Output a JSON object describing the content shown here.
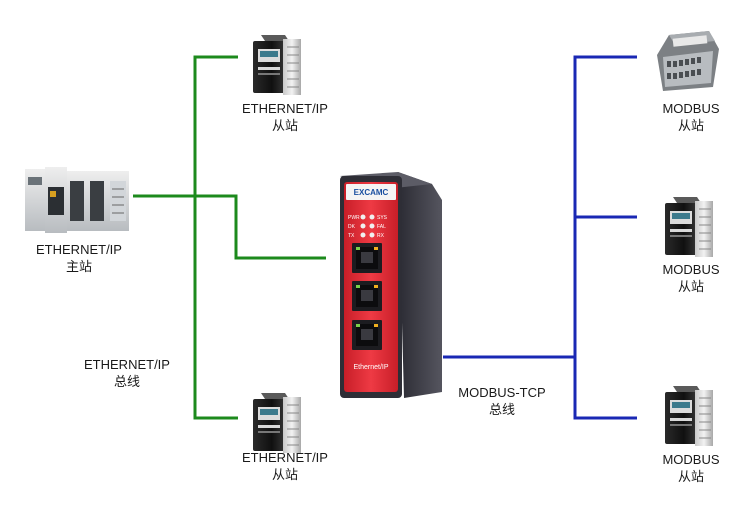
{
  "diagram": {
    "colors": {
      "ethernet_bus": "#1c8a1c",
      "modbus_bus": "#1a28b4",
      "gateway_red": "#e2303a"
    },
    "master": {
      "line1": "ETHERNET/IP",
      "line2": "主站",
      "icon": "plc-rack-icon"
    },
    "slave_top": {
      "line1": "ETHERNET/IP",
      "line2": "从站",
      "icon": "drive-module-icon"
    },
    "slave_bottom": {
      "line1": "ETHERNET/IP",
      "line2": "从站",
      "icon": "drive-module-icon"
    },
    "ethernet_bus_label": {
      "line1": "ETHERNET/IP",
      "line2": "总线"
    },
    "gateway": {
      "brand": "EXCAMC",
      "model": "Ethernet/IP",
      "leds_left": [
        "PWR",
        "DK",
        "TX"
      ],
      "leds_right": [
        "SYS",
        "FAL",
        "RX"
      ],
      "icon": "gateway-icon"
    },
    "modbus_bus_label": {
      "line1": "MODBUS-TCP",
      "line2": "总线"
    },
    "modbus_top": {
      "line1": "MODBUS",
      "line2": "从站",
      "icon": "io-module-icon"
    },
    "modbus_middle": {
      "line1": "MODBUS",
      "line2": "从站",
      "icon": "drive-module-icon"
    },
    "modbus_bottom": {
      "line1": "MODBUS",
      "line2": "从站",
      "icon": "drive-module-icon"
    }
  }
}
